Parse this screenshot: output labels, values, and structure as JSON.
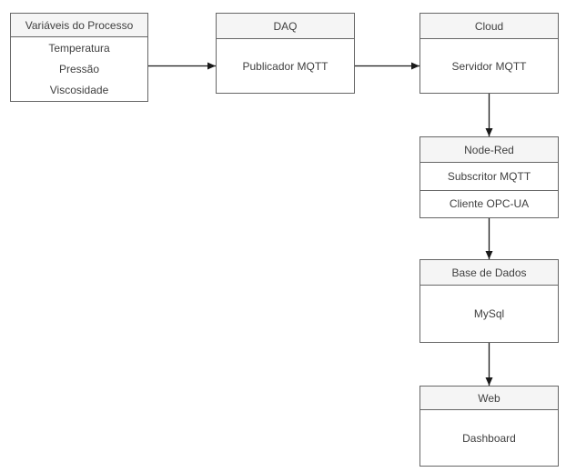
{
  "diagram": {
    "colors": {
      "background": "#ffffff",
      "node_border": "#666666",
      "header_fill": "#f5f5f5",
      "text": "#404040",
      "arrow": "#1a1a1a"
    },
    "nodes": [
      {
        "title": "Variáveis do Processo",
        "rows": [
          "Temperatura",
          "Pressão",
          "Viscosidade"
        ]
      },
      {
        "title": "DAQ",
        "rows": [
          "Publicador MQTT"
        ]
      },
      {
        "title": "Cloud",
        "rows": [
          "Servidor MQTT"
        ]
      },
      {
        "title": "Node-Red",
        "rows": [
          "Subscritor MQTT",
          "Cliente OPC-UA"
        ]
      },
      {
        "title": "Base de Dados",
        "rows": [
          "MySql"
        ]
      },
      {
        "title": "Web",
        "rows": [
          "Dashboard"
        ]
      }
    ],
    "edges": [
      {
        "from": "Variáveis do Processo",
        "to": "DAQ"
      },
      {
        "from": "DAQ",
        "to": "Cloud"
      },
      {
        "from": "Cloud",
        "to": "Node-Red"
      },
      {
        "from": "Node-Red",
        "to": "Base de Dados"
      },
      {
        "from": "Base de Dados",
        "to": "Web"
      }
    ]
  }
}
